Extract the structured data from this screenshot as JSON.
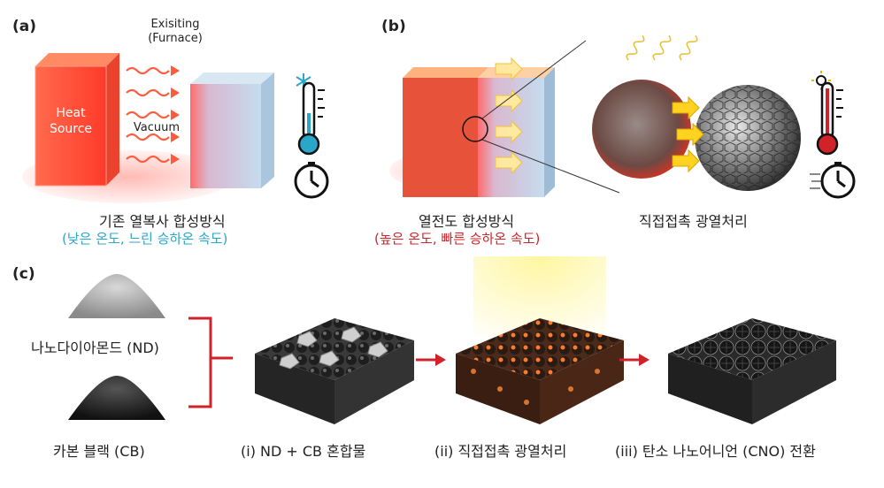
{
  "panels": {
    "a": {
      "label": "(a)",
      "existing_label": "Exisiting\n(Furnace)",
      "heat_source": "Heat\nSource",
      "vacuum": "Vacuum",
      "caption": "기존 열복사 합성방식",
      "subcaption": "(낮은  온도, 느린 승하온 속도)"
    },
    "b": {
      "label": "(b)",
      "caption_left": "열전도 합성방식",
      "subcaption_left": "(높은 온도, 빠른 승하온 속도)",
      "caption_right": "직접접촉 광열처리"
    },
    "c": {
      "label": "(c)",
      "nd_label": "나노다이아몬드 (ND)",
      "cb_label": "카본 블랙 (CB)",
      "step1": "(i) ND + CB 혼합물",
      "step2": "(ii) 직접접촉 광열처리",
      "step3": "(iii) 탄소 나노어니언 (CNO) 전환"
    }
  },
  "colors": {
    "accent_red": "#d1222a",
    "accent_blue": "#2aa6c9",
    "heat_orange": "#ff5a3c",
    "block_blue": "#bcd6ea"
  },
  "icons": [
    "snowflake-icon",
    "thermometer-cold-icon",
    "clock-icon",
    "sun-icon",
    "thermometer-hot-icon",
    "fast-clock-icon"
  ]
}
